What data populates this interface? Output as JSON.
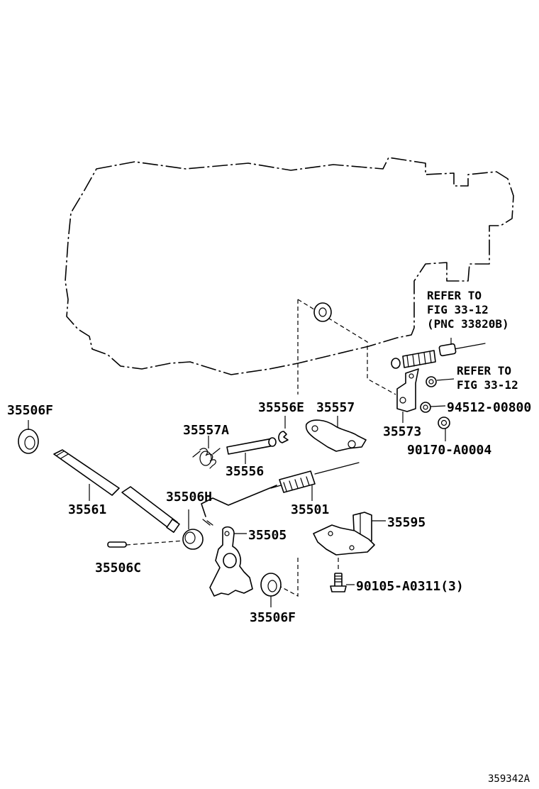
{
  "labels": {
    "p35506F_a": "35506F",
    "p35561": "35561",
    "p35506C": "35506C",
    "p35506H": "35506H",
    "p35557A": "35557A",
    "p35556": "35556",
    "p35556E": "35556E",
    "p35557": "35557",
    "p35501": "35501",
    "p35505": "35505",
    "p35506F_b": "35506F",
    "p35595": "35595",
    "p90105": "90105-A0311(3)",
    "p35573": "35573",
    "p94512": "94512-00800",
    "p90170": "90170-A0004"
  },
  "references": {
    "ref1_line1": "REFER TO",
    "ref1_line2": "FIG 33-12",
    "ref1_line3": "(PNC 33820B)",
    "ref2_line1": "REFER TO",
    "ref2_line2": "FIG 33-12"
  },
  "figure_number": "359342A"
}
